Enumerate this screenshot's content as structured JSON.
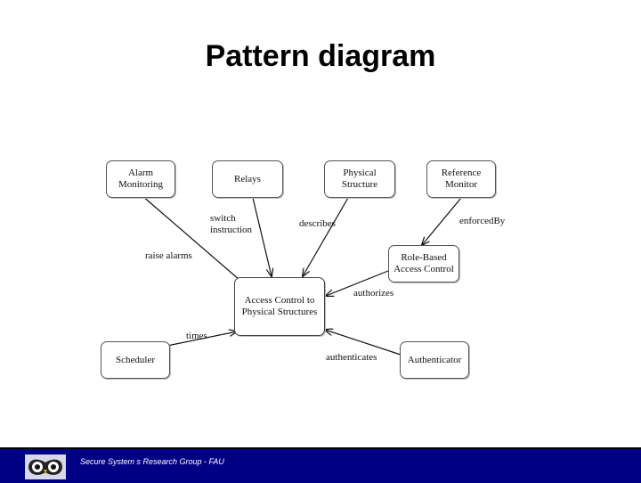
{
  "title": "Pattern diagram",
  "nodes": {
    "alarm": "Alarm\nMonitoring",
    "relays": "Relays",
    "physical": "Physical\nStructure",
    "reference": "Reference\nMonitor",
    "rbac": "Role-Based\nAccess Control",
    "center": "Access Control to\nPhysical Structures",
    "scheduler": "Scheduler",
    "authenticator": "Authenticator"
  },
  "edges": {
    "raise_alarms": "raise alarms",
    "switch_instruction": "switch\ninstruction",
    "describes": "describes",
    "enforced_by": "enforcedBy",
    "authorizes": "authorizes",
    "times": "times",
    "authenticates": "authenticates"
  },
  "footer": {
    "text": "Secure System s Research Group - FAU",
    "logo_icon": "owl-logo-icon"
  },
  "colors": {
    "footer_bg": "#000085",
    "footer_text": "#ffffff"
  }
}
